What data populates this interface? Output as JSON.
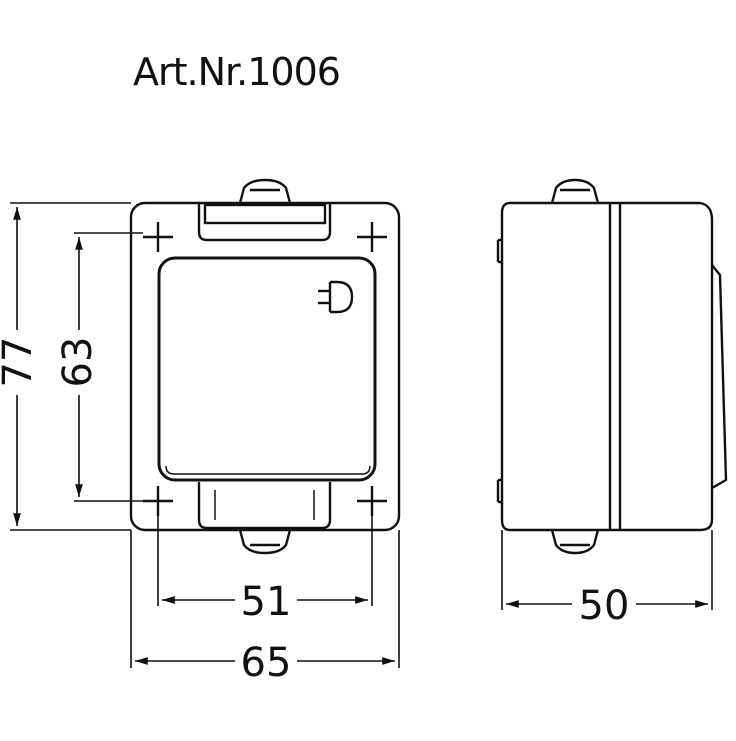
{
  "title": "Art.Nr.1006",
  "dimensions": {
    "front_height_outer": "77",
    "front_height_holes": "63",
    "front_width_holes": "51",
    "front_width_outer": "65",
    "side_depth": "50"
  },
  "colors": {
    "line": "#111111",
    "background": "#ffffff"
  }
}
